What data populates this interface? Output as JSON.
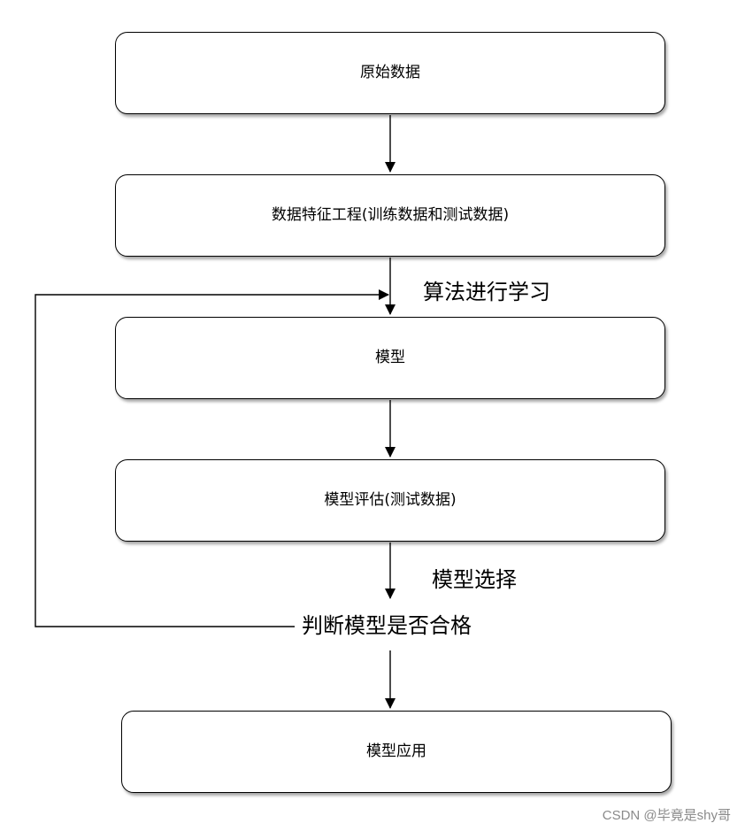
{
  "nodes": [
    {
      "id": "raw-data",
      "label": "原始数据"
    },
    {
      "id": "feature-engineering",
      "label": "数据特征工程(训练数据和测试数据)"
    },
    {
      "id": "model",
      "label": "模型"
    },
    {
      "id": "model-evaluation",
      "label": "模型评估(测试数据)"
    },
    {
      "id": "model-application",
      "label": "模型应用"
    }
  ],
  "edge_labels": {
    "algorithm_learning": "算法进行学习",
    "model_selection": "模型选择",
    "decision": "判断模型是否合格"
  },
  "watermark": "CSDN @毕竟是shy哥"
}
